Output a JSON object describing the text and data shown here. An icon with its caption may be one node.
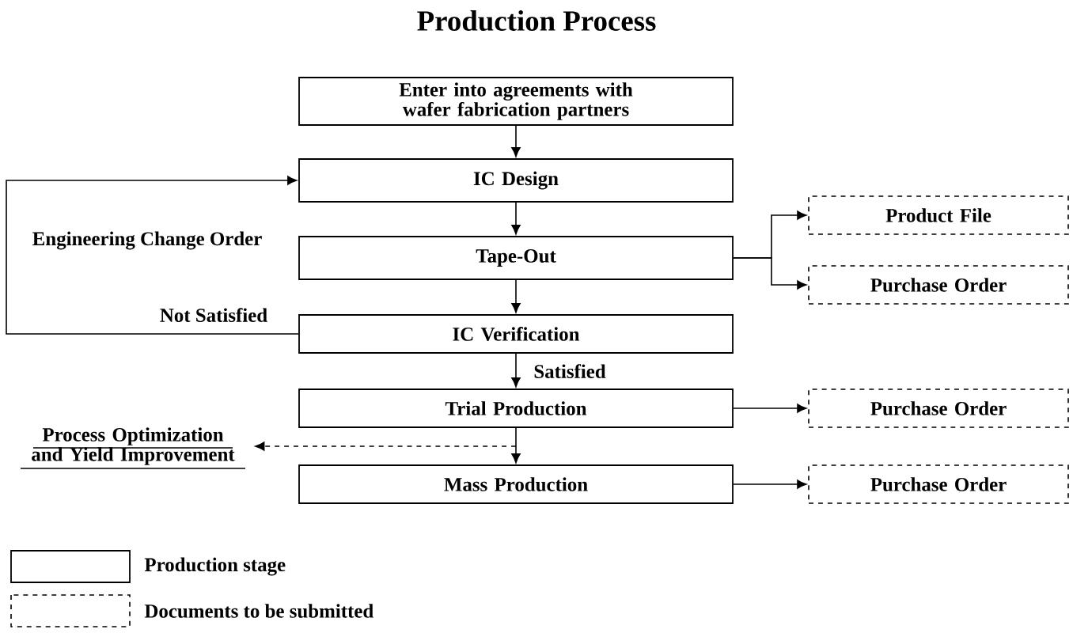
{
  "diagram": {
    "title": "Production Process",
    "nodes": [
      {
        "text": [
          "Enter into agreements with wafer fabrication partners"
        ]
      },
      {
        "text": [
          "IC Design"
        ]
      },
      {
        "text": [
          "Tape-Out"
        ]
      },
      {
        "text": [
          "IC Verification"
        ]
      },
      {
        "text": [
          "Trial Production"
        ]
      },
      {
        "text": [
          "Mass Production"
        ]
      },
      {
        "text": [
          "Product File"
        ]
      },
      {
        "text": [
          "Purchase Order"
        ]
      },
      {
        "text": [
          "Purchase Order"
        ]
      },
      {
        "text": [
          "Purchase Order"
        ]
      },
      {
        "text": [
          "Process Optimization and Yield Improvement"
        ]
      }
    ],
    "edges": [
      {
        "from": 0,
        "to": 1,
        "arrow": "to"
      },
      {
        "from": 1,
        "to": 2,
        "arrow": "to"
      },
      {
        "from": 2,
        "to": 3,
        "arrow": "to"
      },
      {
        "from": 3,
        "to": 4,
        "arrow": "to",
        "label": "Satisfied"
      },
      {
        "from": 3,
        "to": 1,
        "arrow": "to",
        "label": "Not Satisfied"
      },
      {
        "from": 4,
        "to": 5,
        "arrow": "to"
      },
      {
        "from": 2,
        "to": 6,
        "arrow": "to"
      },
      {
        "from": 2,
        "to": 7,
        "arrow": "to"
      },
      {
        "from": 4,
        "to": 8,
        "arrow": "to"
      },
      {
        "from": 5,
        "to": 9,
        "arrow": "to"
      },
      {
        "from": 4,
        "to": 10,
        "arrow": "to",
        "style": "dashed"
      }
    ],
    "labels": [
      "Engineering Change Order"
    ],
    "legend": [
      {
        "text": "Production stage"
      },
      {
        "text": "Documents to be submitted"
      }
    ]
  }
}
